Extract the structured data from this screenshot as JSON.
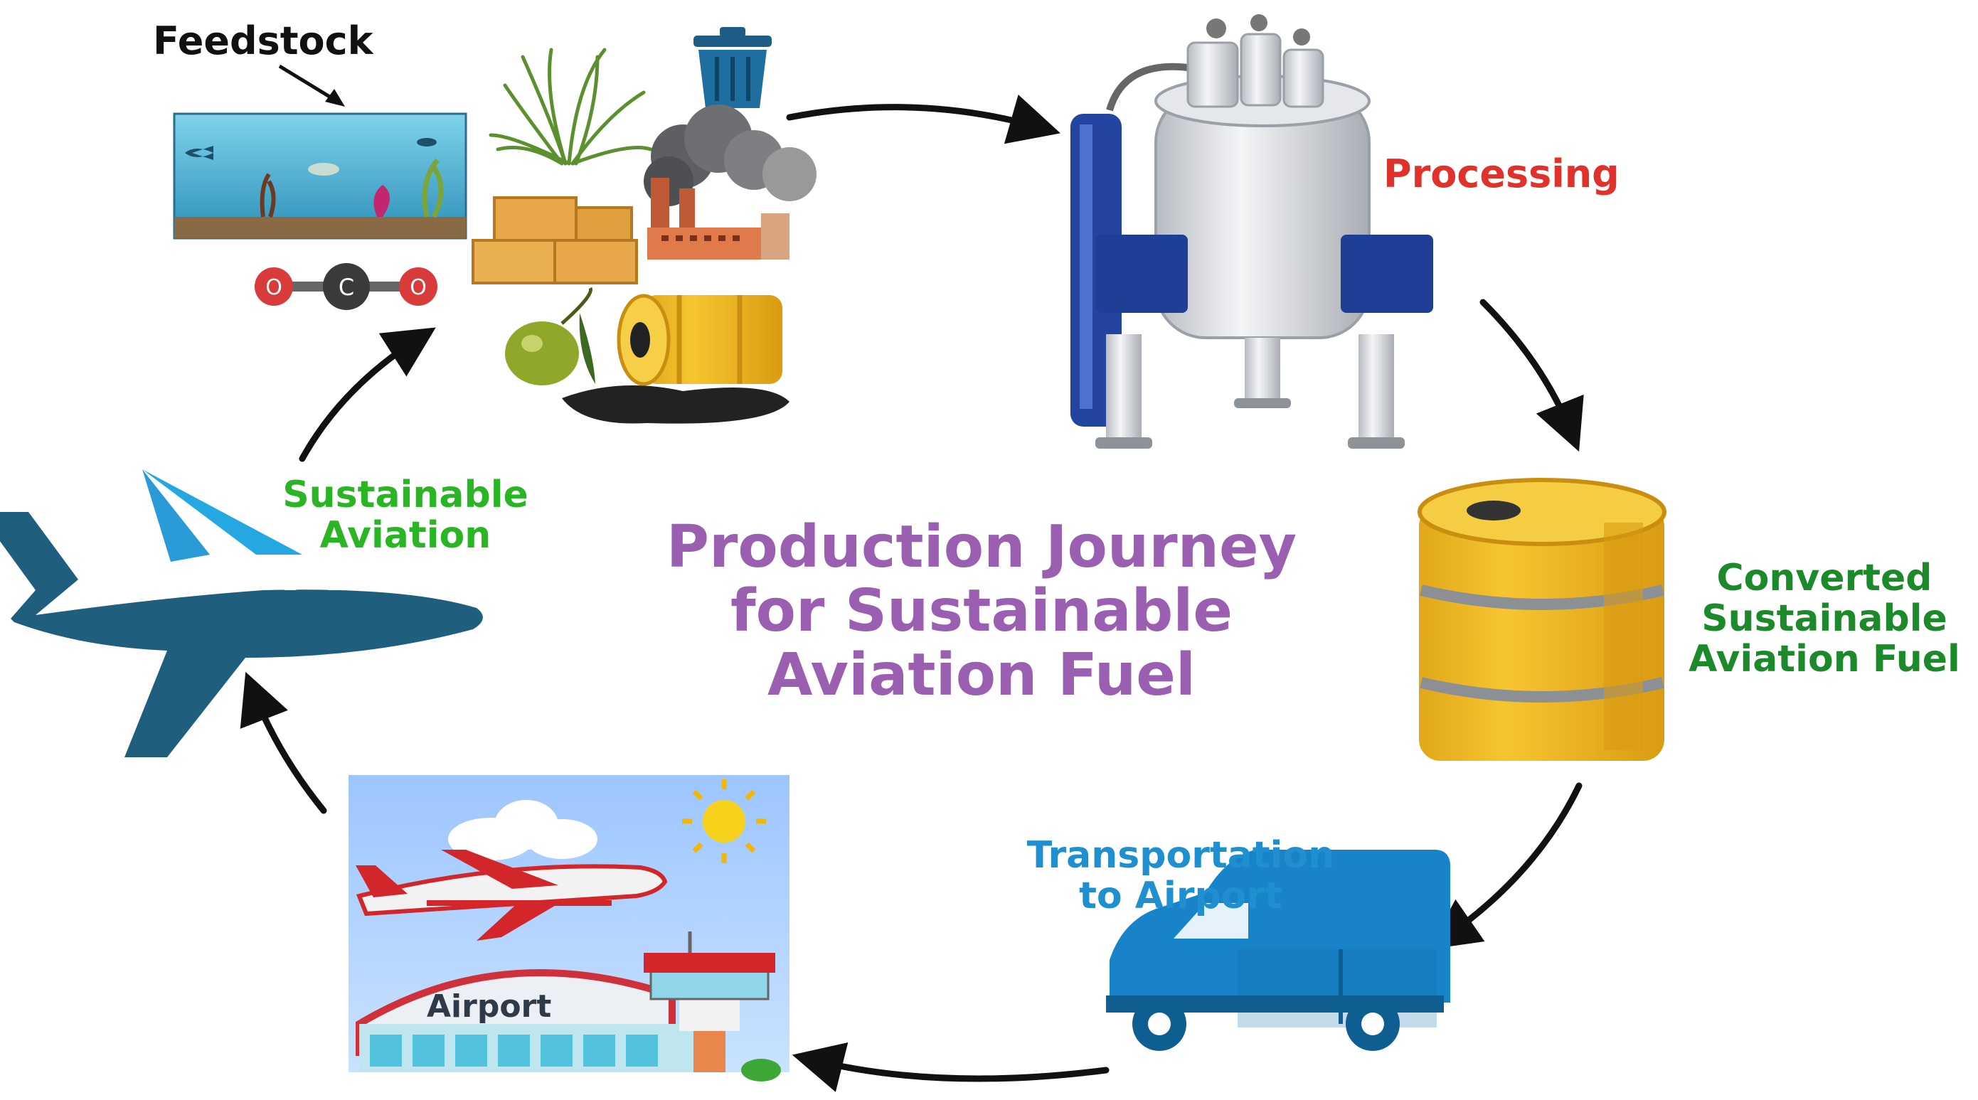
{
  "title_lines": [
    "Production Journey",
    "for Sustainable",
    "Aviation Fuel"
  ],
  "stages": {
    "feedstock": "Feedstock",
    "processing": "Processing",
    "converted_lines": [
      "Converted",
      "Sustainable",
      "Aviation Fuel"
    ],
    "transport_lines": [
      "Transportation",
      "to Airport"
    ],
    "aviation_lines": [
      "Sustainable",
      "Aviation"
    ],
    "airport_sign": "Airport"
  },
  "co2_atoms": [
    "O",
    "C",
    "O"
  ],
  "colors": {
    "title": "#9b5fb2",
    "feedstock": "#111111",
    "processing": "#e0312b",
    "converted": "#1c8a2b",
    "transport": "#1f8fd0",
    "aviation": "#2ab524",
    "arrow": "#111111"
  },
  "icons": [
    "aquarium-icon",
    "grass-icon",
    "trash-bin-icon",
    "factory-smoke-icon",
    "hay-bales-icon",
    "co2-molecule-icon",
    "olive-icon",
    "oil-barrel-spill-icon",
    "reactor-icon",
    "fuel-barrel-icon",
    "delivery-van-icon",
    "airport-scene-icon",
    "airplane-icon"
  ]
}
